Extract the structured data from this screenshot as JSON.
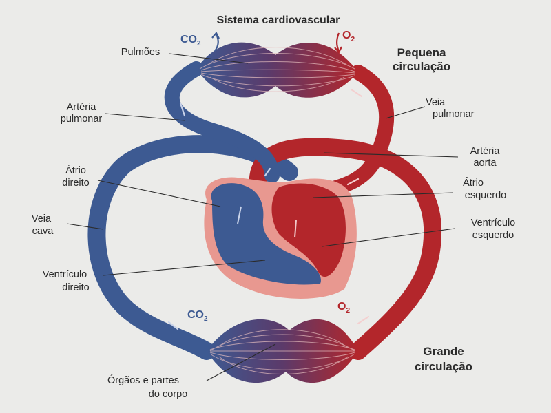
{
  "title": "Sistema cardiovascular",
  "colors": {
    "venous_blue": "#3d5a92",
    "arterial_red": "#b3262b",
    "heart_pink": "#e89890",
    "background": "#ebebe9"
  },
  "gases": {
    "top_co2": "CO",
    "top_co2_sub": "2",
    "top_o2": "O",
    "top_o2_sub": "2",
    "bottom_co2": "CO",
    "bottom_co2_sub": "2",
    "bottom_o2": "O",
    "bottom_o2_sub": "2"
  },
  "circulations": {
    "pequena_line1": "Pequena",
    "pequena_line2": "circulação",
    "grande_line1": "Grande",
    "grande_line2": "circulação"
  },
  "labels": {
    "pulmoes": "Pulmões",
    "arteria_pulmonar_1": "Artéria",
    "arteria_pulmonar_2": "pulmonar",
    "veia_pulmonar_1": "Veia",
    "veia_pulmonar_2": "pulmonar",
    "arteria_aorta_1": "Artéria",
    "arteria_aorta_2": "aorta",
    "atrio_direito_1": "Átrio",
    "atrio_direito_2": "direito",
    "atrio_esquerdo_1": "Átrio",
    "atrio_esquerdo_2": "esquerdo",
    "veia_cava_1": "Veia",
    "veia_cava_2": "cava",
    "ventriculo_esquerdo_1": "Ventrículo",
    "ventriculo_esquerdo_2": "esquerdo",
    "ventriculo_direito_1": "Ventrículo",
    "ventriculo_direito_2": "direito",
    "orgaos_1": "Órgãos e partes",
    "orgaos_2": "do corpo"
  }
}
